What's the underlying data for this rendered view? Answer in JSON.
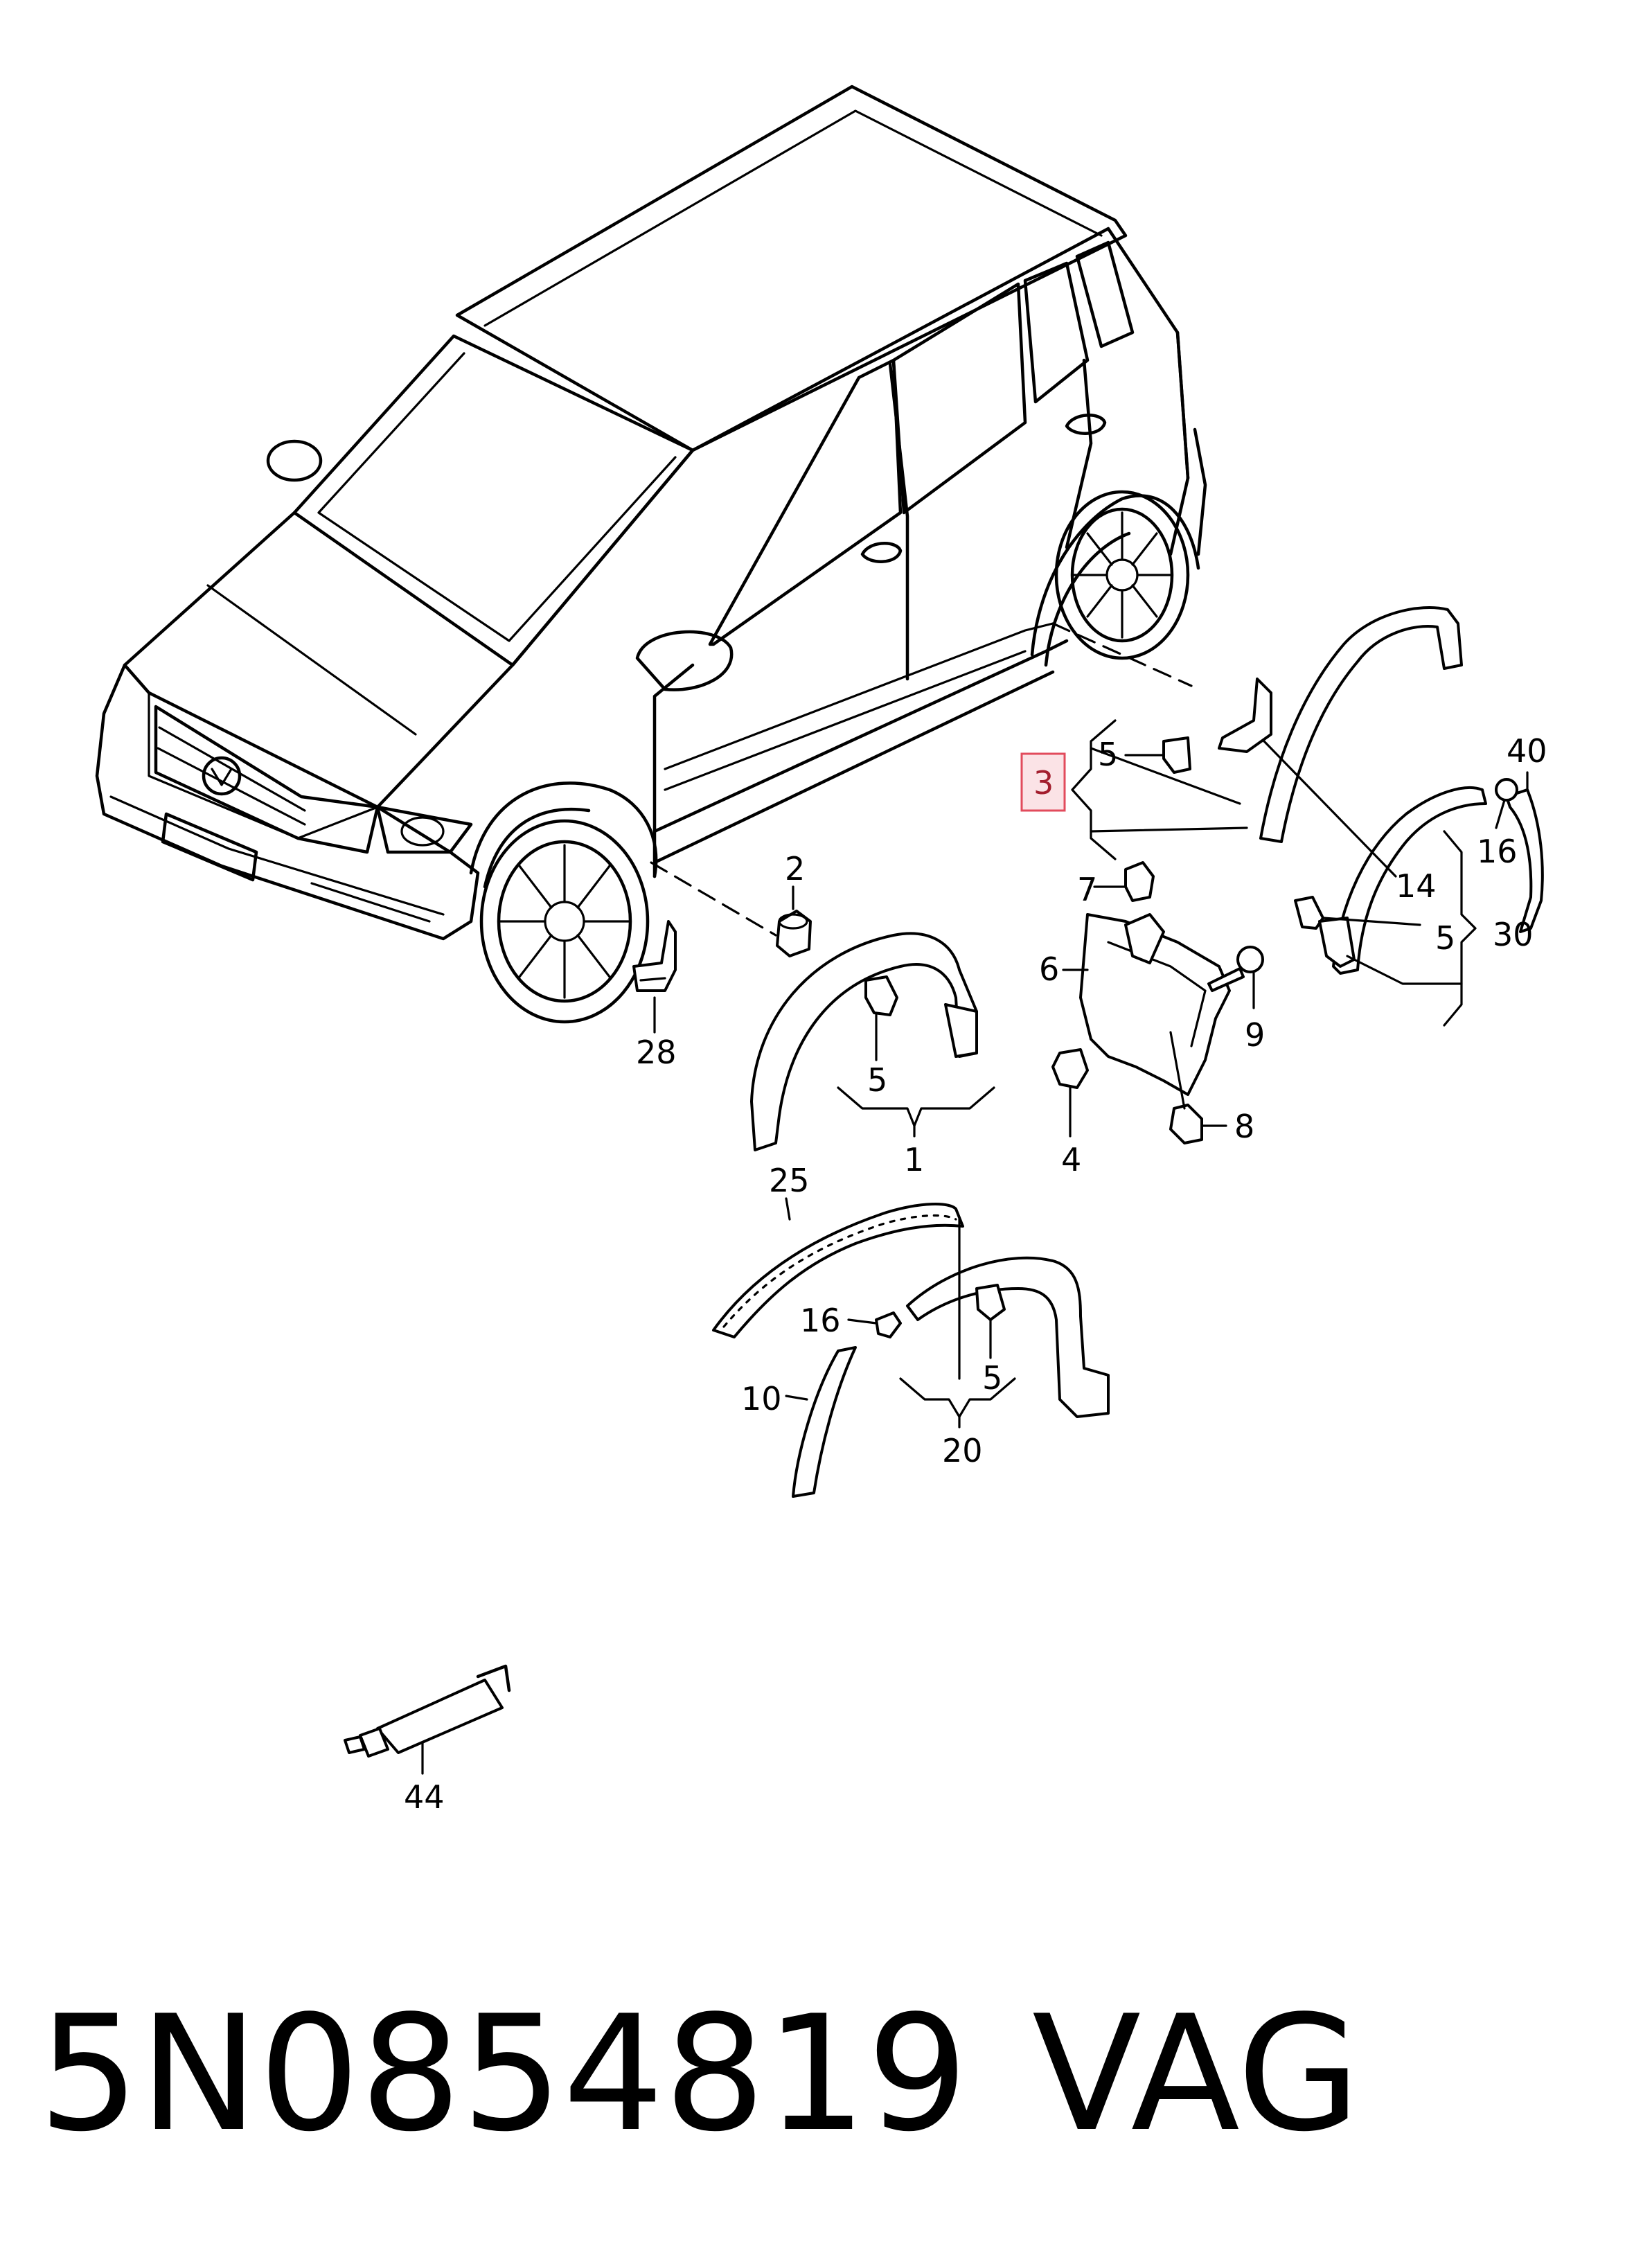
{
  "callouts": {
    "c1": "1",
    "c2": "2",
    "c3": "3",
    "c4": "4",
    "c5a": "5",
    "c5b": "5",
    "c5c": "5",
    "c5d": "5",
    "c6": "6",
    "c7": "7",
    "c8": "8",
    "c9": "9",
    "c10": "10",
    "c14": "14",
    "c16a": "16",
    "c16b": "16",
    "c20": "20",
    "c25": "25",
    "c28": "28",
    "c30": "30",
    "c40": "40",
    "c44": "44"
  },
  "highlight_color": "#e24b5c",
  "caption": {
    "part_number": "5N0854819",
    "brand": "VAG"
  }
}
